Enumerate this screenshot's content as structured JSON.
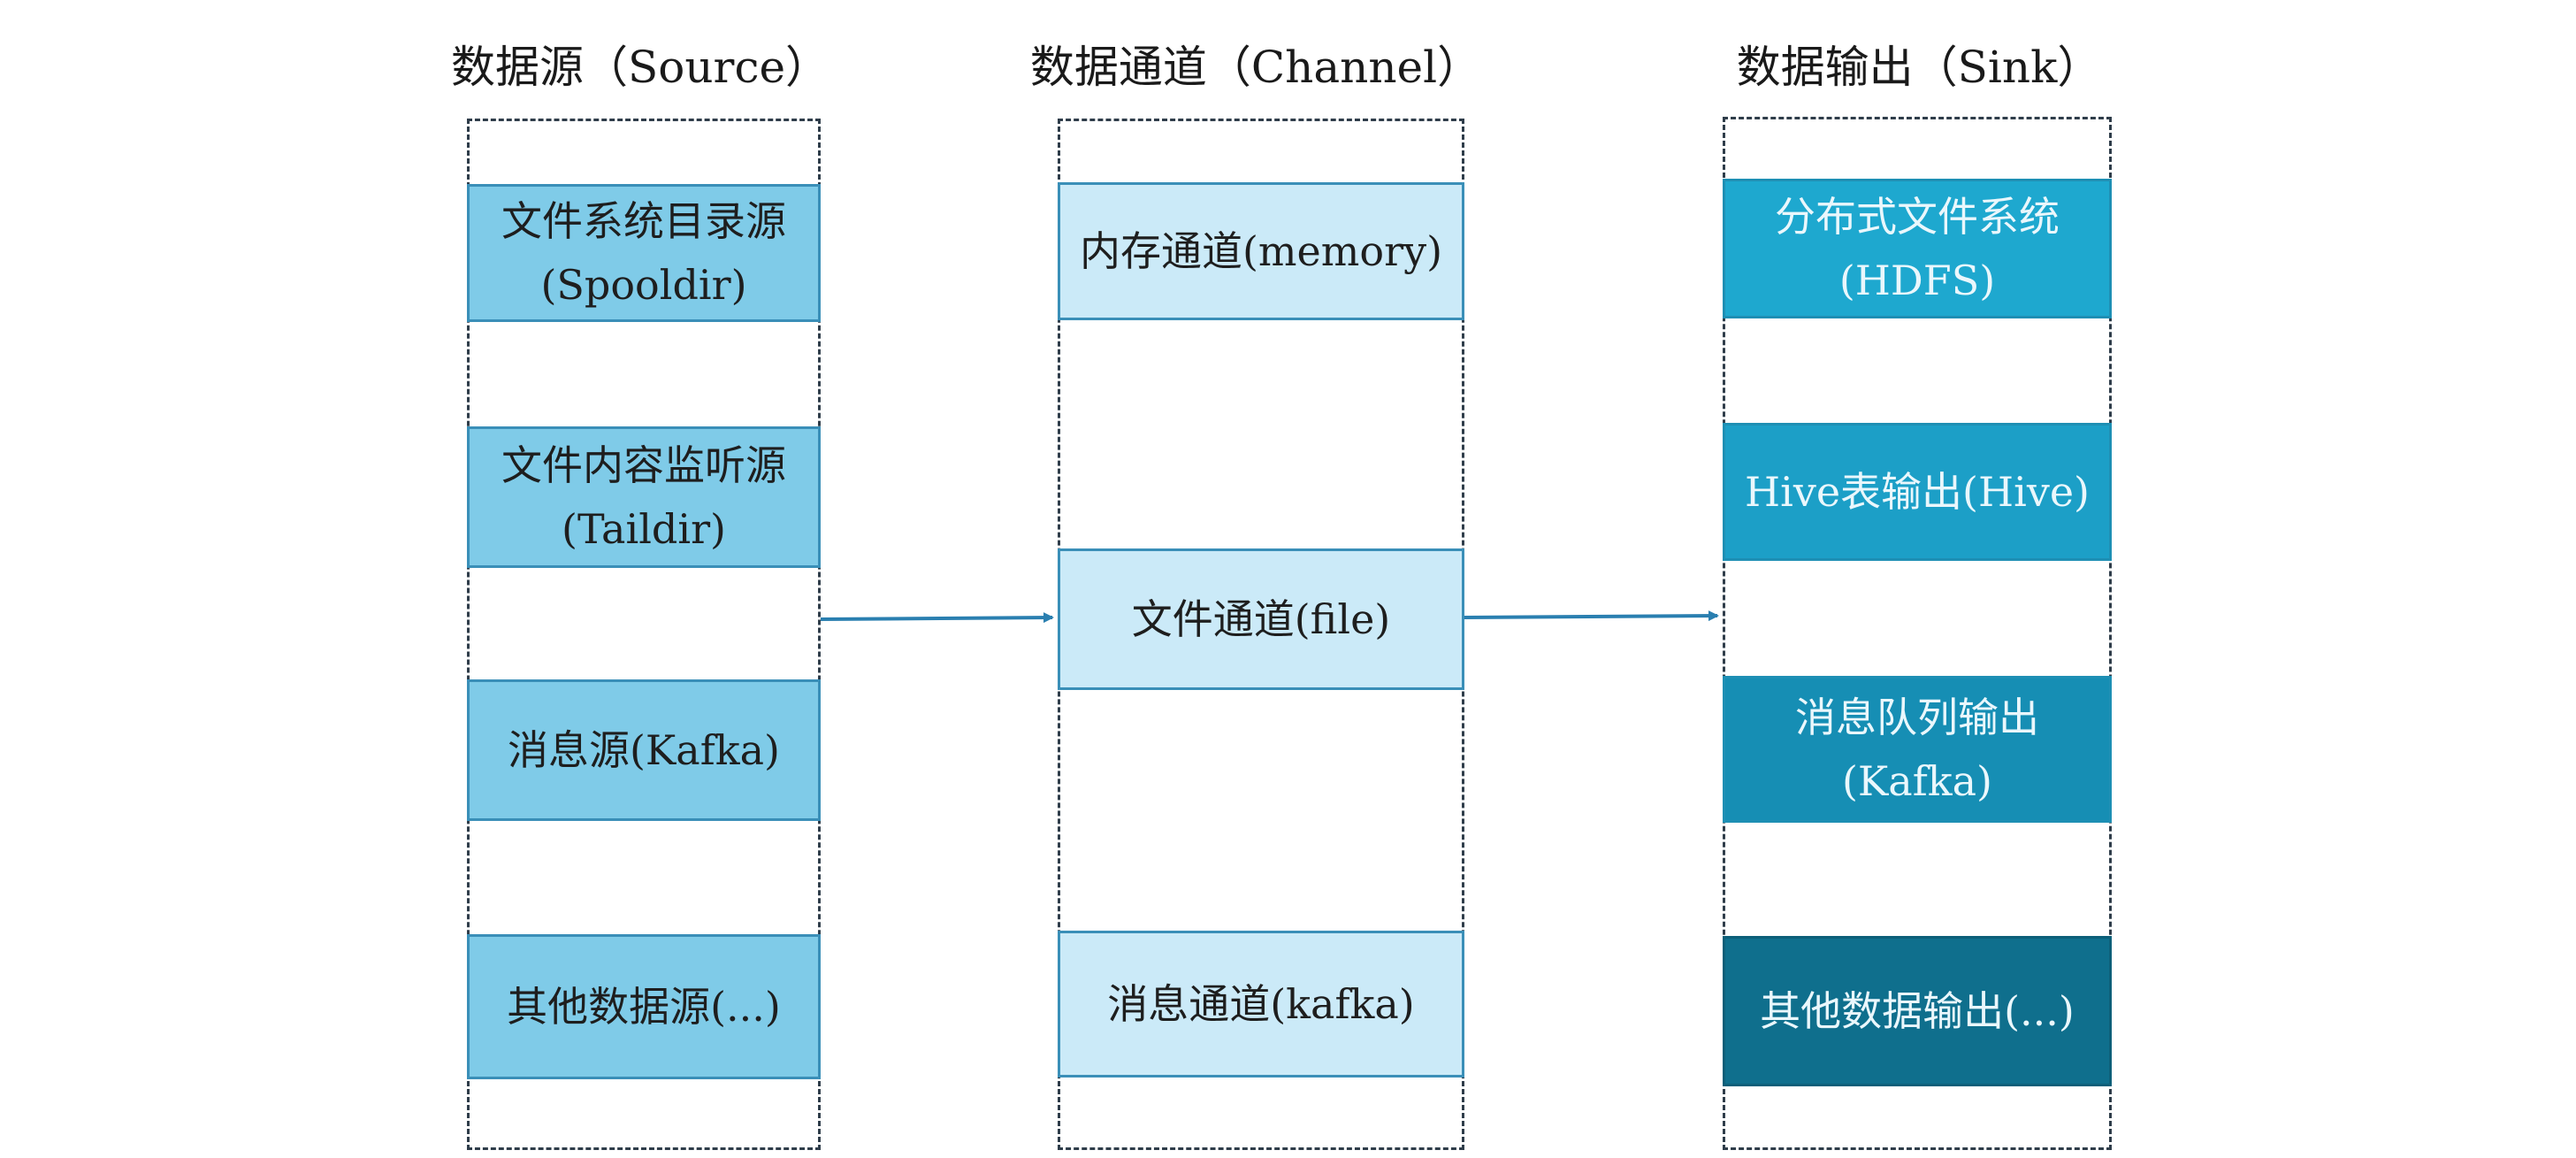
{
  "columns": {
    "source": {
      "title": "数据源（Source）",
      "items": [
        {
          "line1": "文件系统目录源",
          "line2": "(Spooldir)"
        },
        {
          "line1": "文件内容监听源",
          "line2": "(Taildir)"
        },
        {
          "line1": "消息源(Kafka)",
          "line2": ""
        },
        {
          "line1": "其他数据源(...)",
          "line2": ""
        }
      ]
    },
    "channel": {
      "title": "数据通道（Channel）",
      "items": [
        {
          "line1": "内存通道(memory)",
          "line2": ""
        },
        {
          "line1": "文件通道(file)",
          "line2": ""
        },
        {
          "line1": "消息通道(kafka)",
          "line2": ""
        }
      ]
    },
    "sink": {
      "title": "数据输出（Sink）",
      "items": [
        {
          "line1": "分布式文件系统",
          "line2": "(HDFS)"
        },
        {
          "line1": "Hive表输出(Hive)",
          "line2": ""
        },
        {
          "line1": "消息队列输出",
          "line2": "(Kafka)"
        },
        {
          "line1": "其他数据输出(...)",
          "line2": ""
        }
      ]
    }
  },
  "colors": {
    "source_box": "#7fcbe8",
    "channel_box": "#cbeaf8",
    "sink_box": "#1ea8cf",
    "sink_box_dark": "#0f6f8d",
    "arrow": "#2a7fb0",
    "frame": "#2f3d4a"
  }
}
